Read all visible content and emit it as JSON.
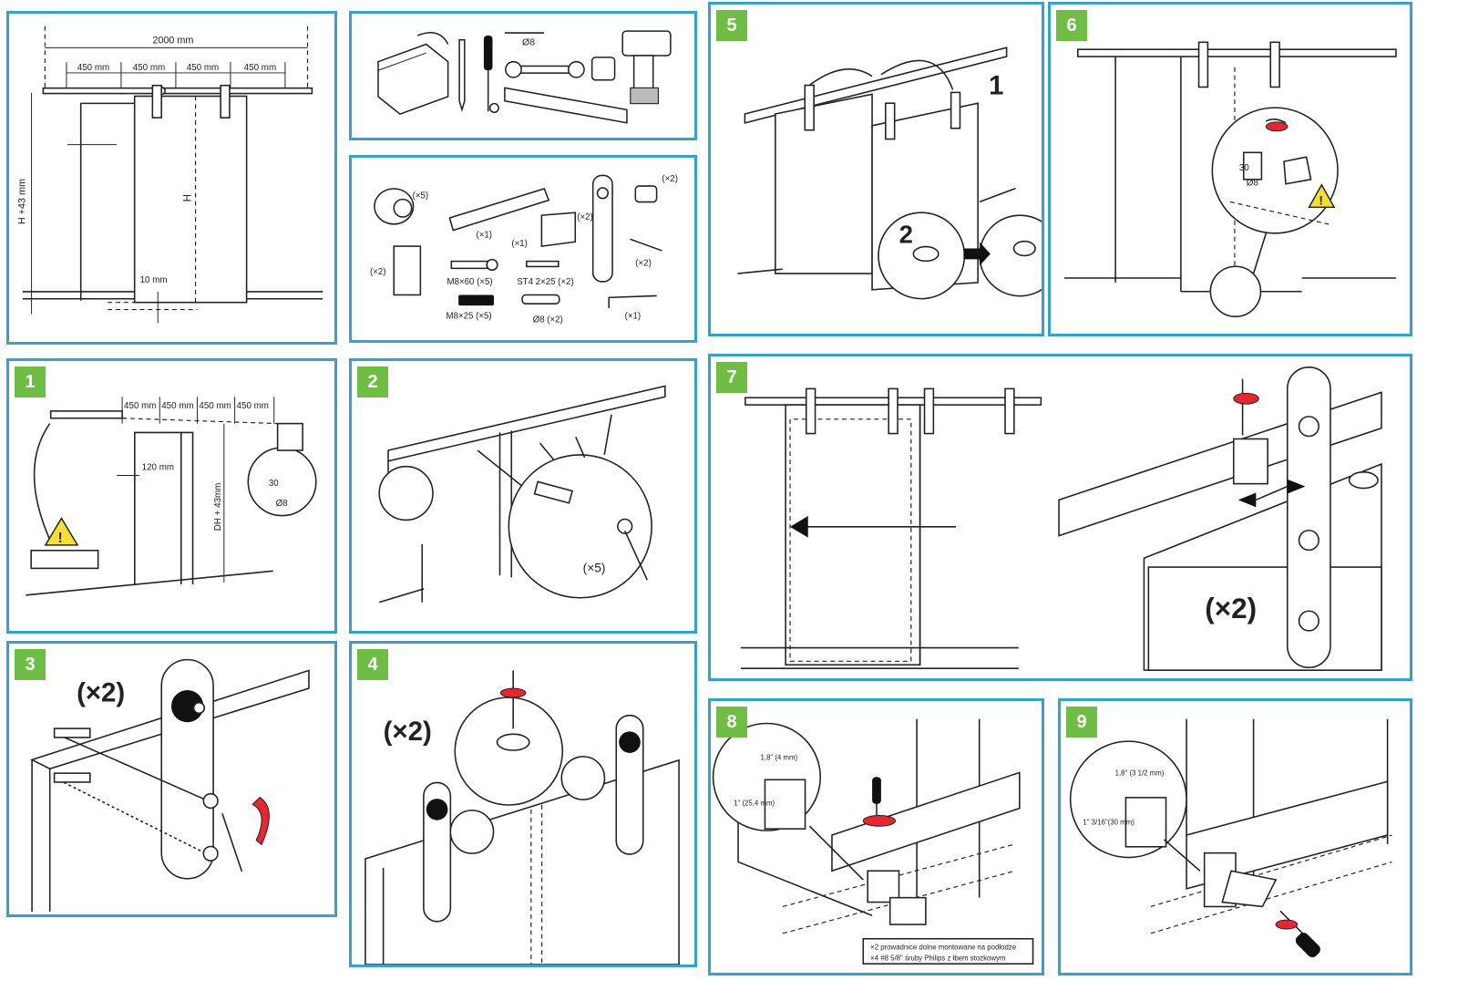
{
  "overview": {
    "total_width": "2000 mm",
    "spacing": [
      "450 mm",
      "450 mm",
      "450 mm",
      "450 mm"
    ],
    "height_label": "H +43 mm",
    "door_height": "H",
    "floor_gap": "10 mm"
  },
  "parts": [
    {
      "qty": "(×5)"
    },
    {
      "qty": "(×1)"
    },
    {
      "qty": "(×1)"
    },
    {
      "qty": "(×2)"
    },
    {
      "qty": "(×2)"
    },
    {
      "qty": "(×2)"
    },
    {
      "qty": "(×2)"
    },
    {
      "name": "M8×60 (×5)"
    },
    {
      "name": "ST4 2×25 (×2)"
    },
    {
      "name": "M8×25 (×5)"
    },
    {
      "name": "Ø8 (×2)"
    },
    {
      "qty": "(×1)"
    }
  ],
  "tools": {
    "drill_bit": "Ø8"
  },
  "steps": {
    "s1": {
      "num": "1",
      "spacing": [
        "450 mm",
        "450 mm",
        "450 mm",
        "450 mm"
      ],
      "offset": "120 mm",
      "height": "DH + 43mm",
      "depth": "30",
      "bit": "Ø8"
    },
    "s2": {
      "num": "2",
      "qty": "(×5)"
    },
    "s3": {
      "num": "3",
      "qty": "(×2)"
    },
    "s4": {
      "num": "4",
      "qty": "(×2)"
    },
    "s5": {
      "num": "5",
      "sub1": "1",
      "sub2": "2"
    },
    "s6": {
      "num": "6",
      "depth": "30",
      "bit": "Ø8"
    },
    "s7": {
      "num": "7",
      "qty": "(×2)"
    },
    "s8": {
      "num": "8",
      "bit1": "1,8\" (4 mm)",
      "bit2": "1\" (25,4 mm)",
      "note1": "×2 prowadnice dolne montowane na podłodze",
      "note2": "×4 #8 5/8\" śruby Philips z łbem stożkowym"
    },
    "s9": {
      "num": "9",
      "bit1": "1,8\" (3 1/2 mm)",
      "bit2": "1\" 3/16\"(30 mm)"
    }
  }
}
